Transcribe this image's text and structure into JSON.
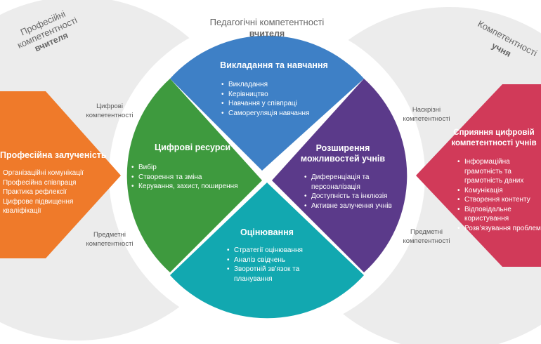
{
  "colors": {
    "teacher_bg": "#ececec",
    "student_bg": "#ececec",
    "blue": "#3e80c6",
    "green": "#3e9a3e",
    "purple": "#5b3a8a",
    "teal": "#12a8b0",
    "orange": "#ef7a2a",
    "red": "#d13a59",
    "outer_text": "#666666"
  },
  "arcs": {
    "left": {
      "line1": "Професійні компетентності",
      "line2": "вчителя"
    },
    "top": {
      "line1": "Педагогічні компетентності",
      "line2": "вчителя"
    },
    "right": {
      "line1": "Компетентності",
      "line2": "учня"
    }
  },
  "side_labels": {
    "left_top": "Цифрові компетентності",
    "left_bottom": "Предметні компетентності",
    "right_top": "Наскрізні компетентності",
    "right_bottom": "Предметні компетентності"
  },
  "sectors": {
    "teaching": {
      "title": "Викладання та навчання",
      "items": [
        "Викладання",
        "Керівництво",
        "Навчання у співпраці",
        "Саморегуляція навчання"
      ]
    },
    "resources": {
      "title": "Цифрові ресурси",
      "items": [
        "Вибір",
        "Створення та зміна",
        "Керування, захист, поширення"
      ]
    },
    "empower": {
      "title": "Розширення можливостей учнів",
      "items": [
        "Диференціація та персоналізація",
        "Доступність та інклюзія",
        "Активне залучення учнів"
      ]
    },
    "assessment": {
      "title": "Оцінювання",
      "items": [
        "Стратегії оцінювання",
        "Аналіз свідчень",
        "Зворотній зв’язок та планування"
      ]
    },
    "engagement": {
      "title": "Професійна залученість",
      "items": [
        "Організаційні комунікації",
        "Професійна співпраця",
        "Практика рефлексії",
        "Цифрове підвищення кваліфікації"
      ]
    },
    "learners": {
      "title": "Сприяння цифровій компетентності учнів",
      "items": [
        "Інформаційна грамотність та грамотність даних",
        "Комунікація",
        "Створення контенту",
        "Відповідальне користування",
        "Розв’язування проблем"
      ]
    }
  }
}
